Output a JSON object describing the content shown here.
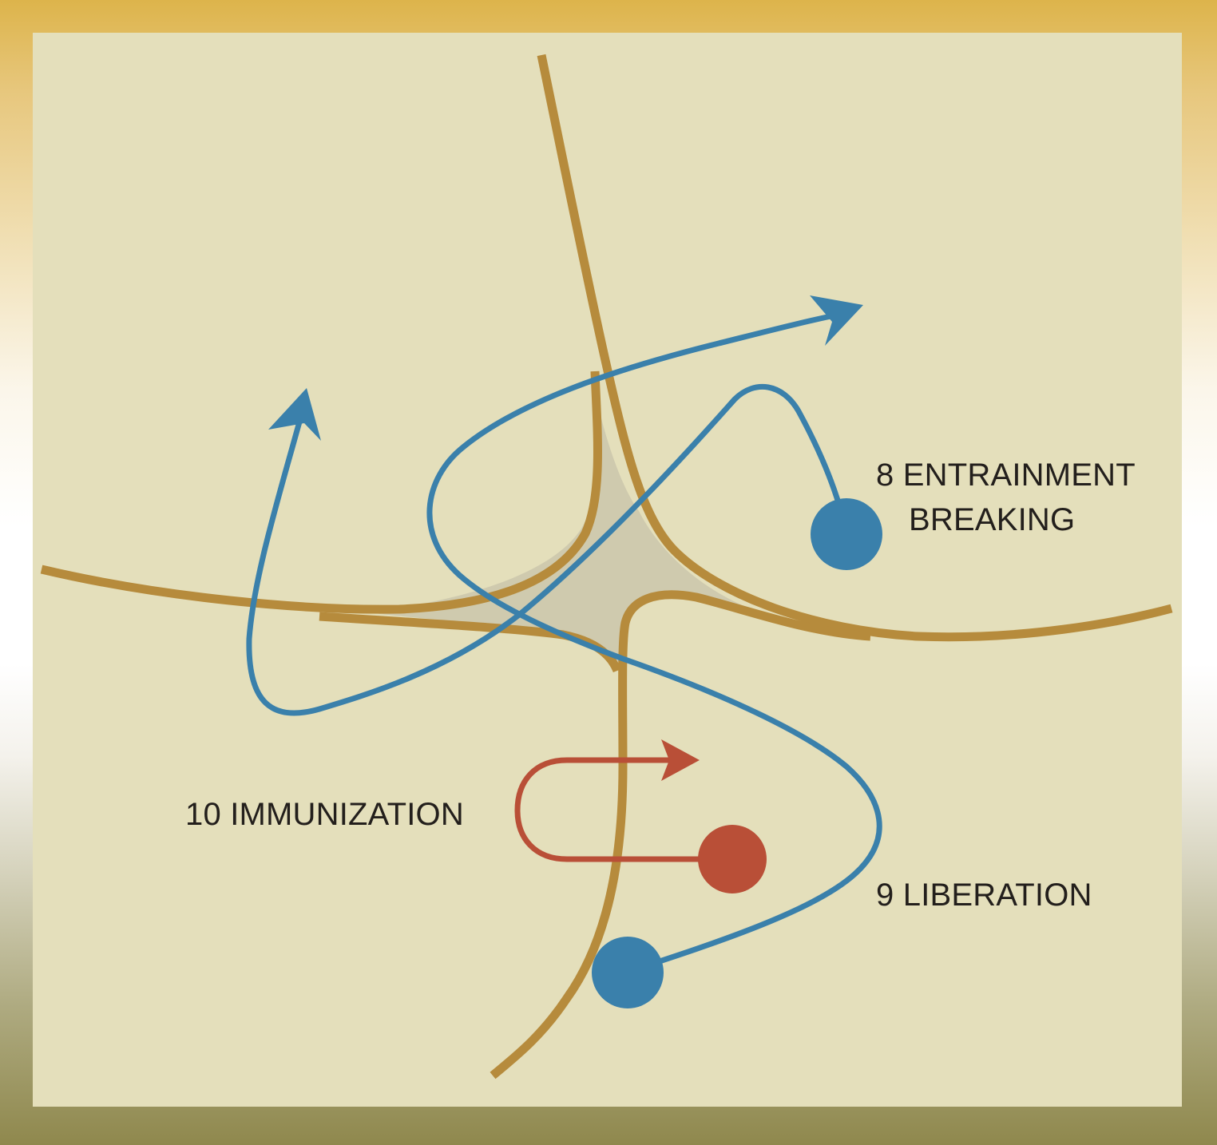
{
  "labels": {
    "entrainment_line1": "8 ENTRAINMENT",
    "entrainment_line2": "BREAKING",
    "liberation": "9 LIBERATION",
    "immunization": "10 IMMUNIZATION"
  },
  "colors": {
    "frame_top": "#ddb44b",
    "frame_bottom": "#8f884d",
    "panel": "#e4dfbb",
    "gold_curve": "#b68b3c",
    "center_fill": "#cfcaae",
    "blue_path": "#3a80ab",
    "red_path": "#b94f37",
    "text": "#231f1c"
  }
}
